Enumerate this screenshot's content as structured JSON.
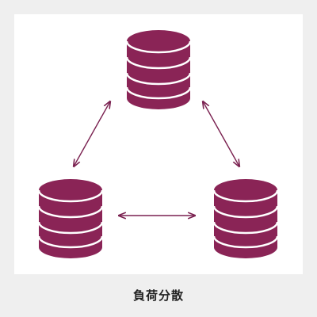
{
  "caption": "負荷分散",
  "colors": {
    "background": "#efefef",
    "panel": "#ffffff",
    "database": "#8a2456",
    "database_band": "#ffffff",
    "arrow": "#7a2150",
    "caption_text": "#222222"
  },
  "nodes": [
    {
      "id": "db-top",
      "icon": "database-icon"
    },
    {
      "id": "db-left",
      "icon": "database-icon"
    },
    {
      "id": "db-right",
      "icon": "database-icon"
    }
  ],
  "edges": [
    {
      "from": "db-top",
      "to": "db-left",
      "style": "bidirectional-arrow"
    },
    {
      "from": "db-top",
      "to": "db-right",
      "style": "bidirectional-arrow"
    },
    {
      "from": "db-left",
      "to": "db-right",
      "style": "bidirectional-arrow"
    }
  ]
}
